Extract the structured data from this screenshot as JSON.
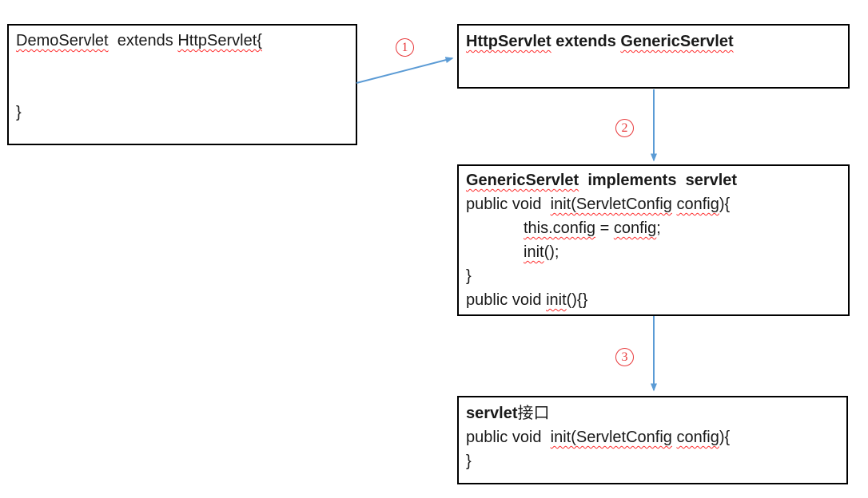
{
  "colors": {
    "box_border": "#000000",
    "arrow_blue": "#5b9bd5",
    "step_red": "#e8393b",
    "squiggle_red": "#ff2f2f",
    "text": "#1a1a1a",
    "background": "#ffffff"
  },
  "boxes": {
    "demo": {
      "title": "DemoServlet class",
      "lines": [
        {
          "segs": [
            {
              "t": "DemoServlet"
            },
            {
              "t": "  extends "
            },
            {
              "t": "HttpServlet{"
            }
          ]
        },
        {
          "segs": []
        },
        {
          "segs": []
        },
        {
          "segs": [
            {
              "t": "}"
            }
          ]
        }
      ]
    },
    "http": {
      "title": "HttpServlet class",
      "lines": [
        {
          "segs": [
            {
              "t": "HttpServlet"
            },
            {
              "t": " extends "
            },
            {
              "t": "GenericServlet"
            }
          ]
        }
      ]
    },
    "generic": {
      "title": "GenericServlet class",
      "lines": [
        {
          "segs": [
            {
              "t": "GenericServlet"
            },
            {
              "t": "  implements  servlet"
            }
          ]
        },
        {
          "segs": [
            {
              "t": "public void  "
            },
            {
              "t": "init(ServletConfig"
            },
            {
              "t": " "
            },
            {
              "t": "config"
            },
            {
              "t": "){"
            }
          ]
        },
        {
          "segs": [
            {
              "t": "this.config"
            },
            {
              "t": " = "
            },
            {
              "t": "config"
            },
            {
              "t": ";"
            }
          ]
        },
        {
          "segs": [
            {
              "t": "init"
            },
            {
              "t": "();"
            }
          ]
        },
        {
          "segs": [
            {
              "t": "}"
            }
          ]
        },
        {
          "segs": [
            {
              "t": "public void "
            },
            {
              "t": "init"
            },
            {
              "t": "(){}"
            }
          ]
        }
      ]
    },
    "servlet": {
      "title": "servlet接口",
      "lines": [
        {
          "segs": [
            {
              "t": "servlet"
            },
            {
              "t": "接口"
            }
          ]
        },
        {
          "segs": [
            {
              "t": "public void  "
            },
            {
              "t": "init(ServletConfig"
            },
            {
              "t": " "
            },
            {
              "t": "config"
            },
            {
              "t": "){"
            }
          ]
        },
        {
          "segs": [
            {
              "t": "}"
            }
          ]
        }
      ]
    }
  },
  "steps": [
    {
      "glyph": "①",
      "digit": "1"
    },
    {
      "glyph": "②",
      "digit": "2"
    },
    {
      "glyph": "③",
      "digit": "3"
    }
  ],
  "edges": [
    {
      "from": "DemoServlet",
      "to": "HttpServlet",
      "step": "1"
    },
    {
      "from": "HttpServlet",
      "to": "GenericServlet",
      "step": "2"
    },
    {
      "from": "GenericServlet",
      "to": "servlet接口",
      "step": "3"
    }
  ]
}
